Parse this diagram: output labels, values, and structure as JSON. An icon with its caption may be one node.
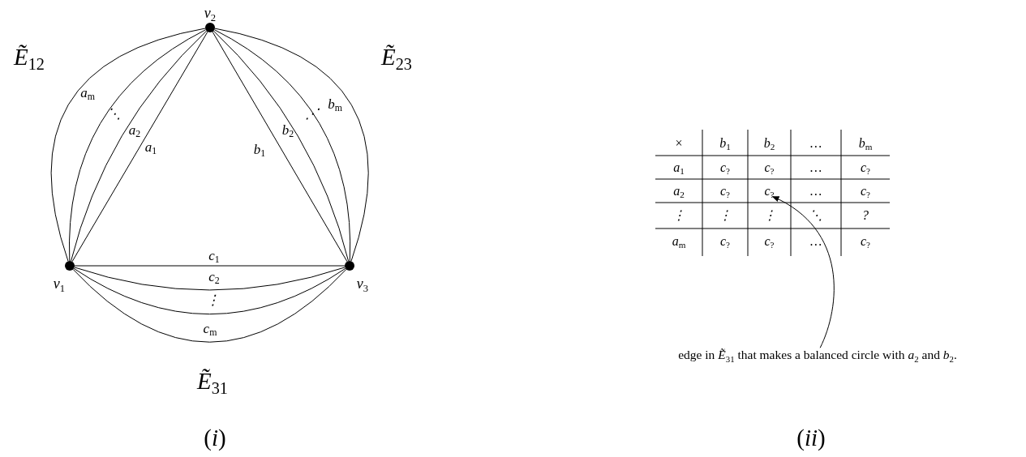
{
  "diagram": {
    "nodes": [
      {
        "text": [],
        "shape": "circle",
        "beside": [
          "v$_{2}$"
        ]
      },
      {
        "text": [],
        "shape": "circle",
        "beside": [
          "v$_{1}$"
        ]
      },
      {
        "text": [],
        "shape": "circle",
        "beside": [
          "v$_{3}$"
        ]
      },
      {
        "text": [
          "c$_{?}$"
        ]
      },
      {
        "text": [
          "edge in *Ẽ*$_{31}$ that makes a balanced circle with *a*$_{2}$ and *b*$_{2}$."
        ]
      }
    ],
    "edges": [
      {
        "from": 1,
        "to": 0,
        "arrow": "none",
        "label": "a$_{1}$"
      },
      {
        "from": 1,
        "to": 0,
        "arrow": "none",
        "label": "a$_{2}$"
      },
      {
        "from": 1,
        "to": 0,
        "arrow": "none"
      },
      {
        "from": 1,
        "to": 0,
        "arrow": "none",
        "label": "a$_{m}$"
      },
      {
        "from": 0,
        "to": 2,
        "arrow": "none",
        "label": "b$_{1}$"
      },
      {
        "from": 0,
        "to": 2,
        "arrow": "none",
        "label": "b$_{2}$"
      },
      {
        "from": 0,
        "to": 2,
        "arrow": "none"
      },
      {
        "from": 0,
        "to": 2,
        "arrow": "none",
        "label": "b$_{m}$"
      },
      {
        "from": 1,
        "to": 2,
        "arrow": "none",
        "label": "c$_{1}$"
      },
      {
        "from": 1,
        "to": 2,
        "arrow": "none",
        "label": "c$_{2}$"
      },
      {
        "from": 1,
        "to": 2,
        "arrow": "none"
      },
      {
        "from": 1,
        "to": 2,
        "arrow": "none",
        "label": "c$_{m}$"
      },
      {
        "from": 4,
        "to": 3,
        "arrow": "to"
      }
    ],
    "labels": [
      "Ẽ$_{12}$",
      "Ẽ$_{23}$",
      "⋱",
      "⋰",
      "⋮",
      "×",
      "b$_{1}$",
      "b$_{2}$",
      "…",
      "b$_{m}$",
      "a$_{1}$",
      "c$_{?}$",
      "c$_{?}$",
      "…",
      "c$_{?}$",
      "a$_{2}$",
      "c$_{?}$",
      "…",
      "c$_{?}$",
      "⋮",
      "⋮",
      "⋮",
      "⋱",
      "?",
      "a$_{m}$",
      "c$_{?}$",
      "c$_{?}$",
      "…",
      "c$_{?}$",
      "Ẽ$_{31}$",
      "(*i*)",
      "(*ii*)"
    ]
  }
}
